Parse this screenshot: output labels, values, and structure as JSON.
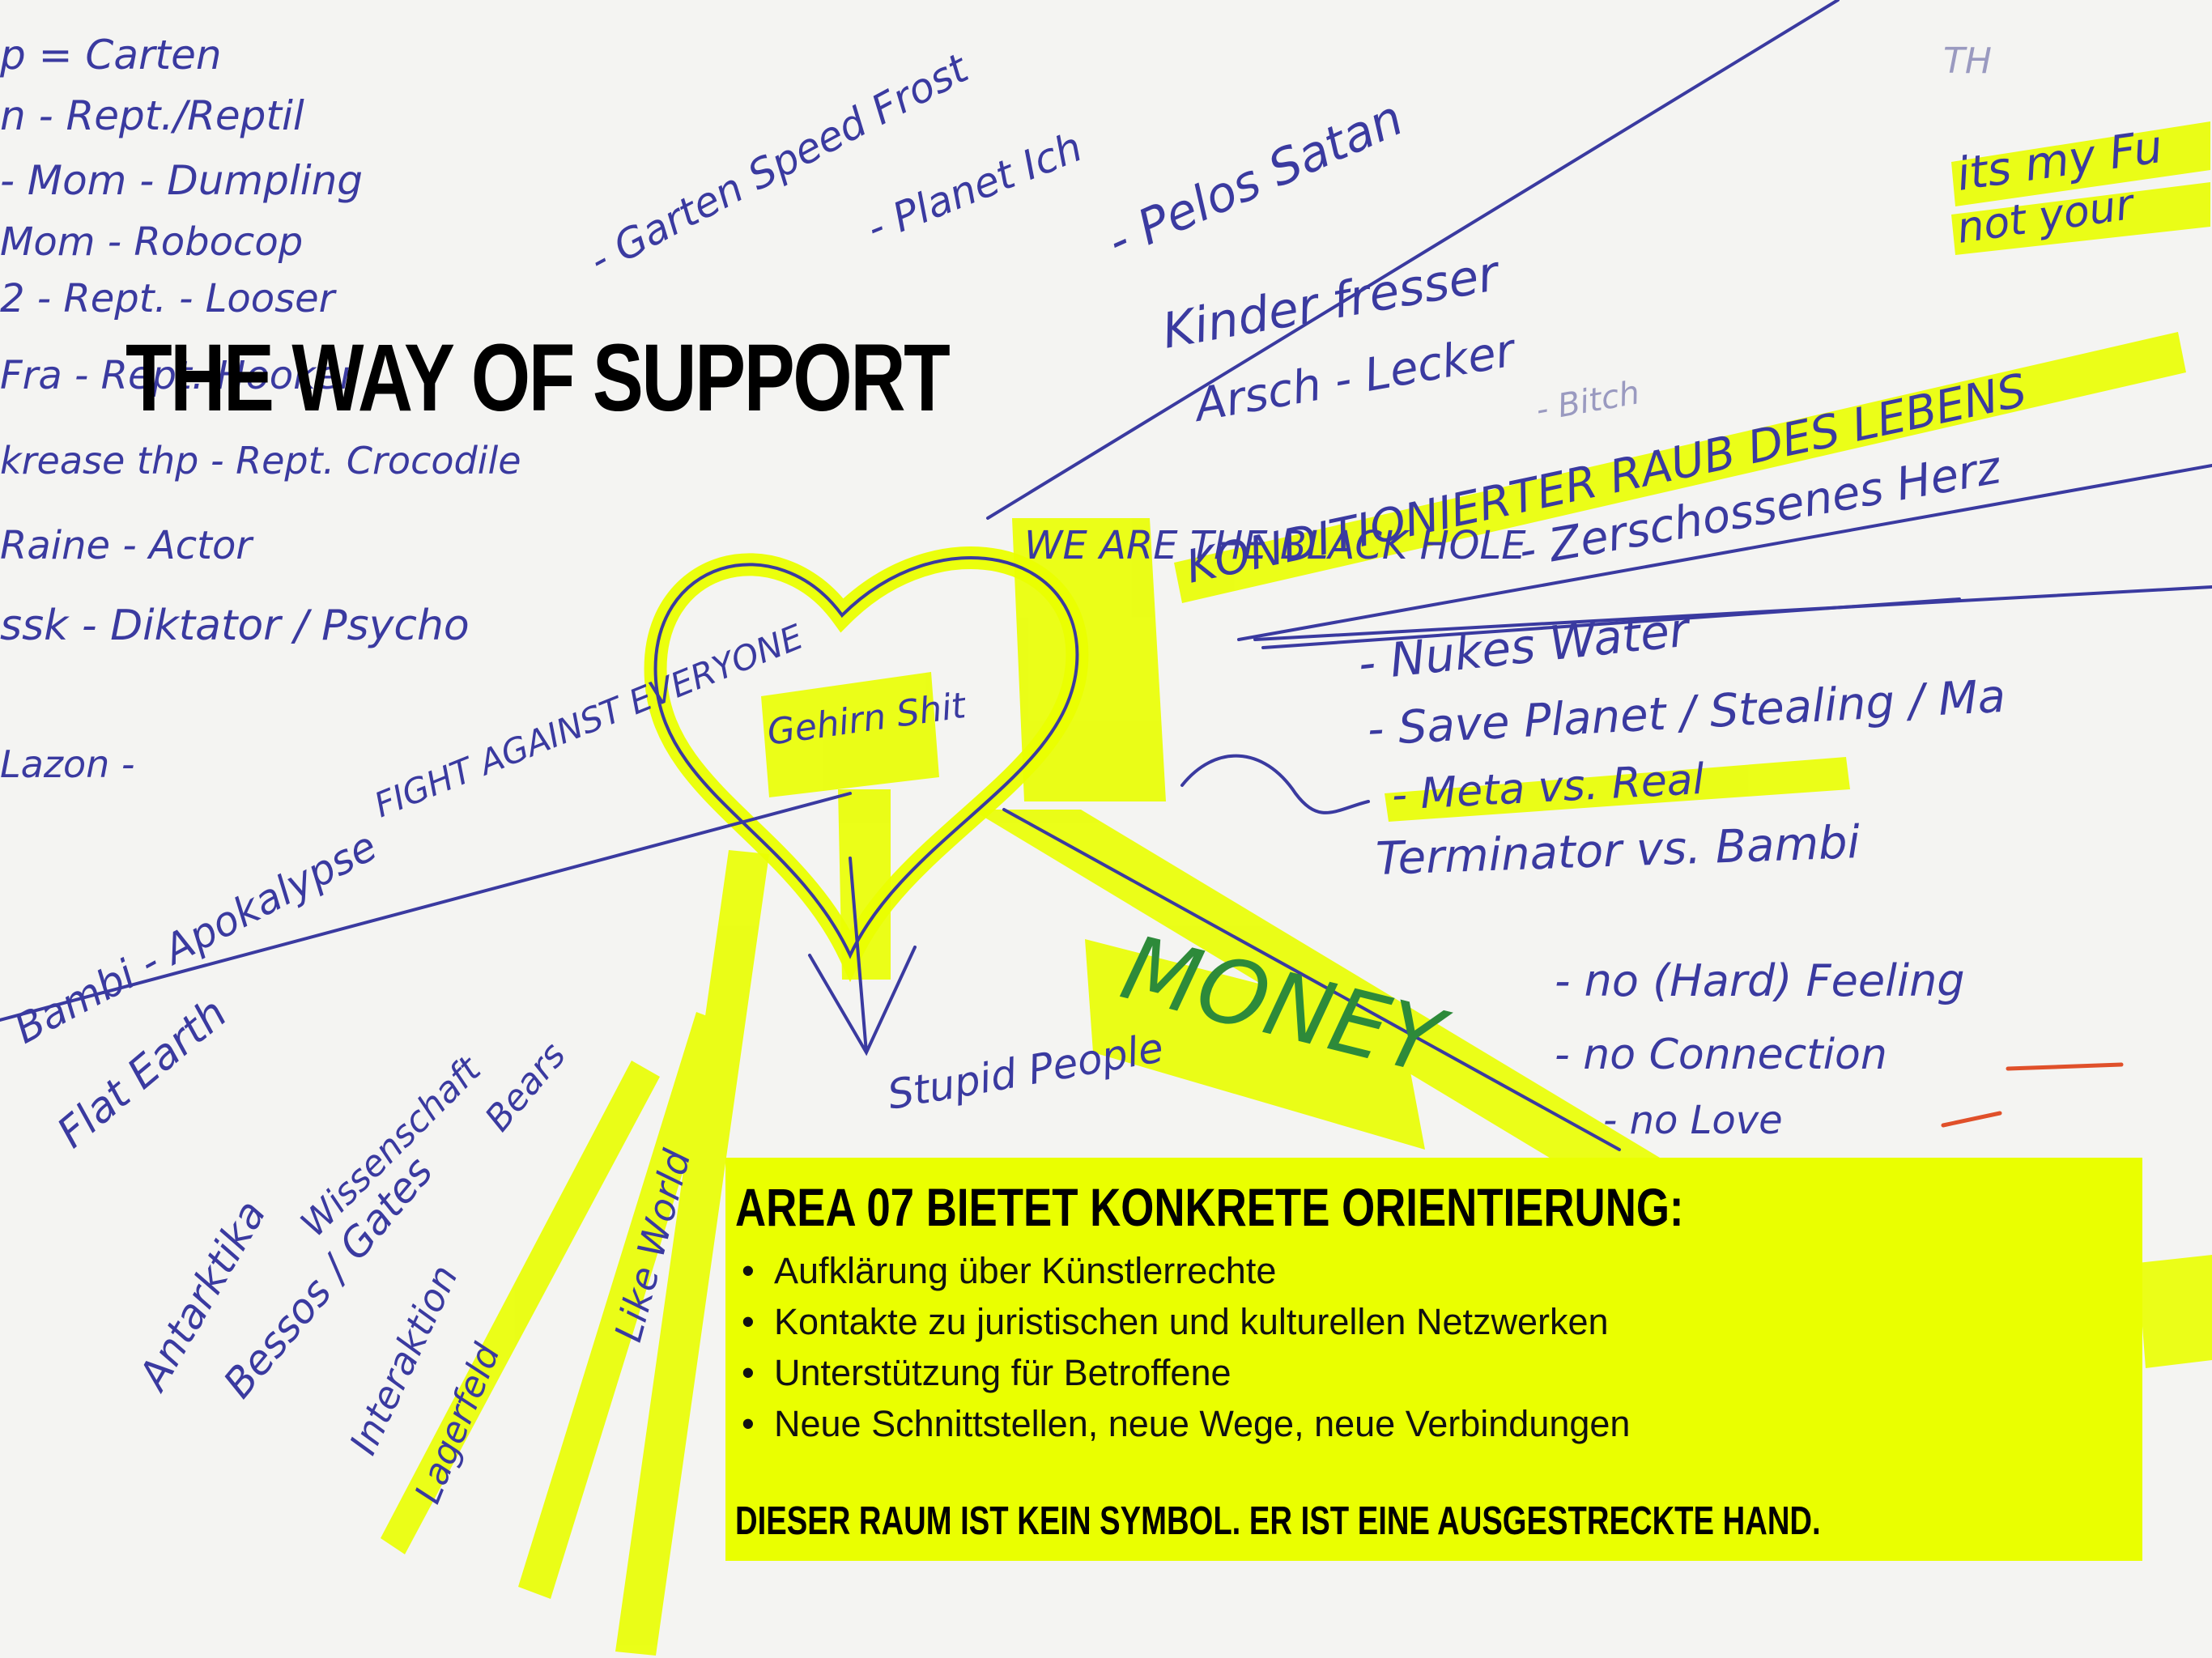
{
  "slide": {
    "title": "THE WAY OF SUPPORT",
    "box_heading": "AREA 07 BIETET KONKRETE ORIENTIERUNG:",
    "bullet_glyph": "•",
    "bullets": [
      "Aufklärung über Künstlerrechte",
      "Kontakte zu juristischen und kulturellen Netzwerken",
      "Unterstützung für Betroffene",
      "Neue Schnittstellen, neue Wege, neue Verbindungen"
    ],
    "box_footer": "DIESER RAUM IST KEIN SYMBOL. ER IST EINE AUSGESTRECKTE HAND."
  },
  "background_notes": {
    "left_column": [
      "p = Carten",
      "n - Rept./Reptil",
      "- Mom - Dumpling",
      "Mom - Robocop",
      "2 - Rept. - Looser",
      "Fra - Rept. Hooker",
      "krease thp - Rept. Crocodile",
      "Raine - Actor",
      "ssk - Diktator / Psycho",
      "Lazon -"
    ],
    "top_center": [
      "- Garten Speed Frost",
      "- Planet Ich",
      "- Pelos Satan"
    ],
    "right_column": [
      "Kinder fresser",
      "Arsch - Lecker",
      "- Bitch",
      "KONDITIONIERTER RAUB DES LEBENS",
      "- Zerschossenes Herz",
      "- Nukes Water",
      "- Save Planet / Stealing / Ma",
      "- Meta vs. Real",
      "Terminator vs. Bambi",
      "- no (Hard) Feeling",
      "- no Connection",
      "- no Love"
    ],
    "top_right": [
      "TH",
      "its my Fu",
      "not your"
    ],
    "heart": [
      "WE ARE THE BLACK HOLE",
      "Gehirn Shit",
      "FIGHT AGAINST EVERYONE",
      "Stupid People",
      "MONEY"
    ],
    "lower_left": [
      "Bambi - Apokalypse",
      "Flat Earth",
      "Antarktika",
      "Wissenschaft",
      "Bessos / Gates",
      "Bears",
      "Interaktion",
      "Like World",
      "Lagerfeld"
    ]
  },
  "colors": {
    "highlight_yellow": "#eaff00",
    "ink_blue": "#3a3aa0",
    "ink_red": "#e0502a",
    "title_black": "#000000"
  }
}
